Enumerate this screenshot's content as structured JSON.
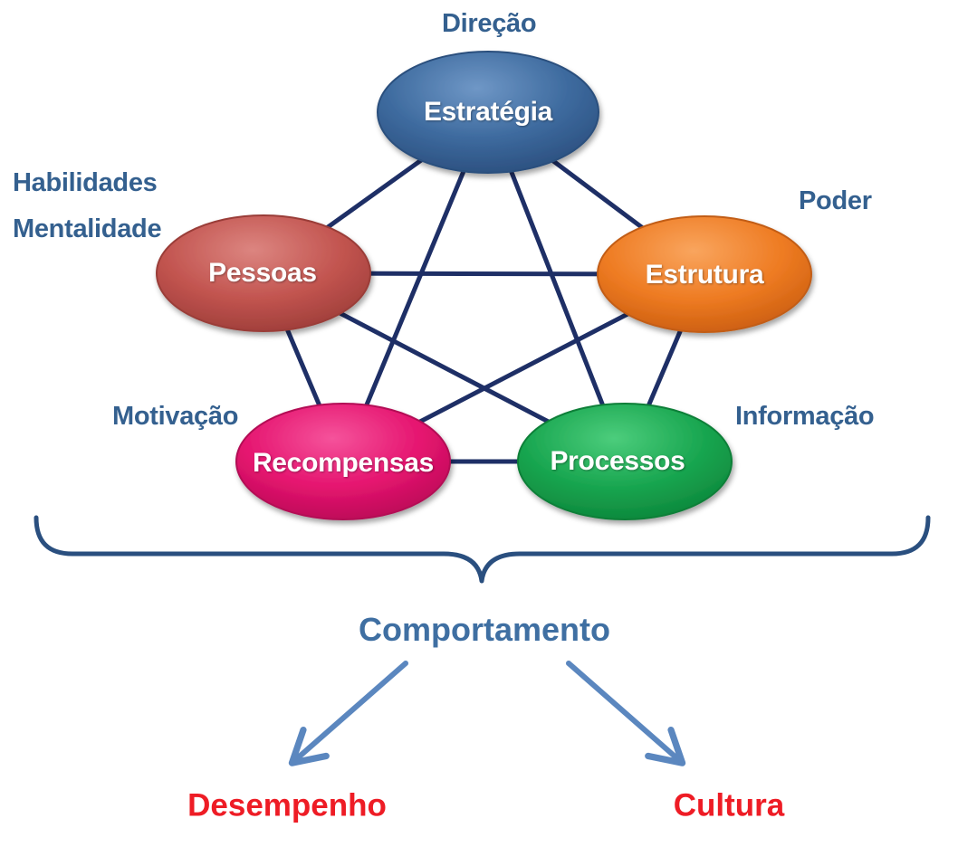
{
  "nodes": {
    "estrategia": {
      "label": "Estratégia",
      "attribute": "Direção",
      "color": "#3d6a9e"
    },
    "estrutura": {
      "label": "Estrutura",
      "attribute": "Poder",
      "color": "#ee7b22"
    },
    "processos": {
      "label": "Processos",
      "attribute": "Informação",
      "color": "#19a650"
    },
    "recompensas": {
      "label": "Recompensas",
      "attribute": "Motivação",
      "color": "#e5146f"
    },
    "pessoas": {
      "label": "Pessoas",
      "attribute_line1": "Habilidades",
      "attribute_line2": "Mentalidade",
      "color": "#c2544f"
    }
  },
  "connections": [
    [
      "estrategia",
      "pessoas"
    ],
    [
      "estrategia",
      "estrutura"
    ],
    [
      "estrategia",
      "recompensas"
    ],
    [
      "estrategia",
      "processos"
    ],
    [
      "pessoas",
      "estrutura"
    ],
    [
      "pessoas",
      "recompensas"
    ],
    [
      "pessoas",
      "processos"
    ],
    [
      "estrutura",
      "recompensas"
    ],
    [
      "estrutura",
      "processos"
    ],
    [
      "recompensas",
      "processos"
    ]
  ],
  "line_color": "#1e2f66",
  "behavior": {
    "label": "Comportamento",
    "color": "#3f6fa2"
  },
  "outcomes": {
    "desempenho": "Desempenho",
    "cultura": "Cultura",
    "color": "#ee1c25"
  },
  "arrow_color": "#5b87bf"
}
